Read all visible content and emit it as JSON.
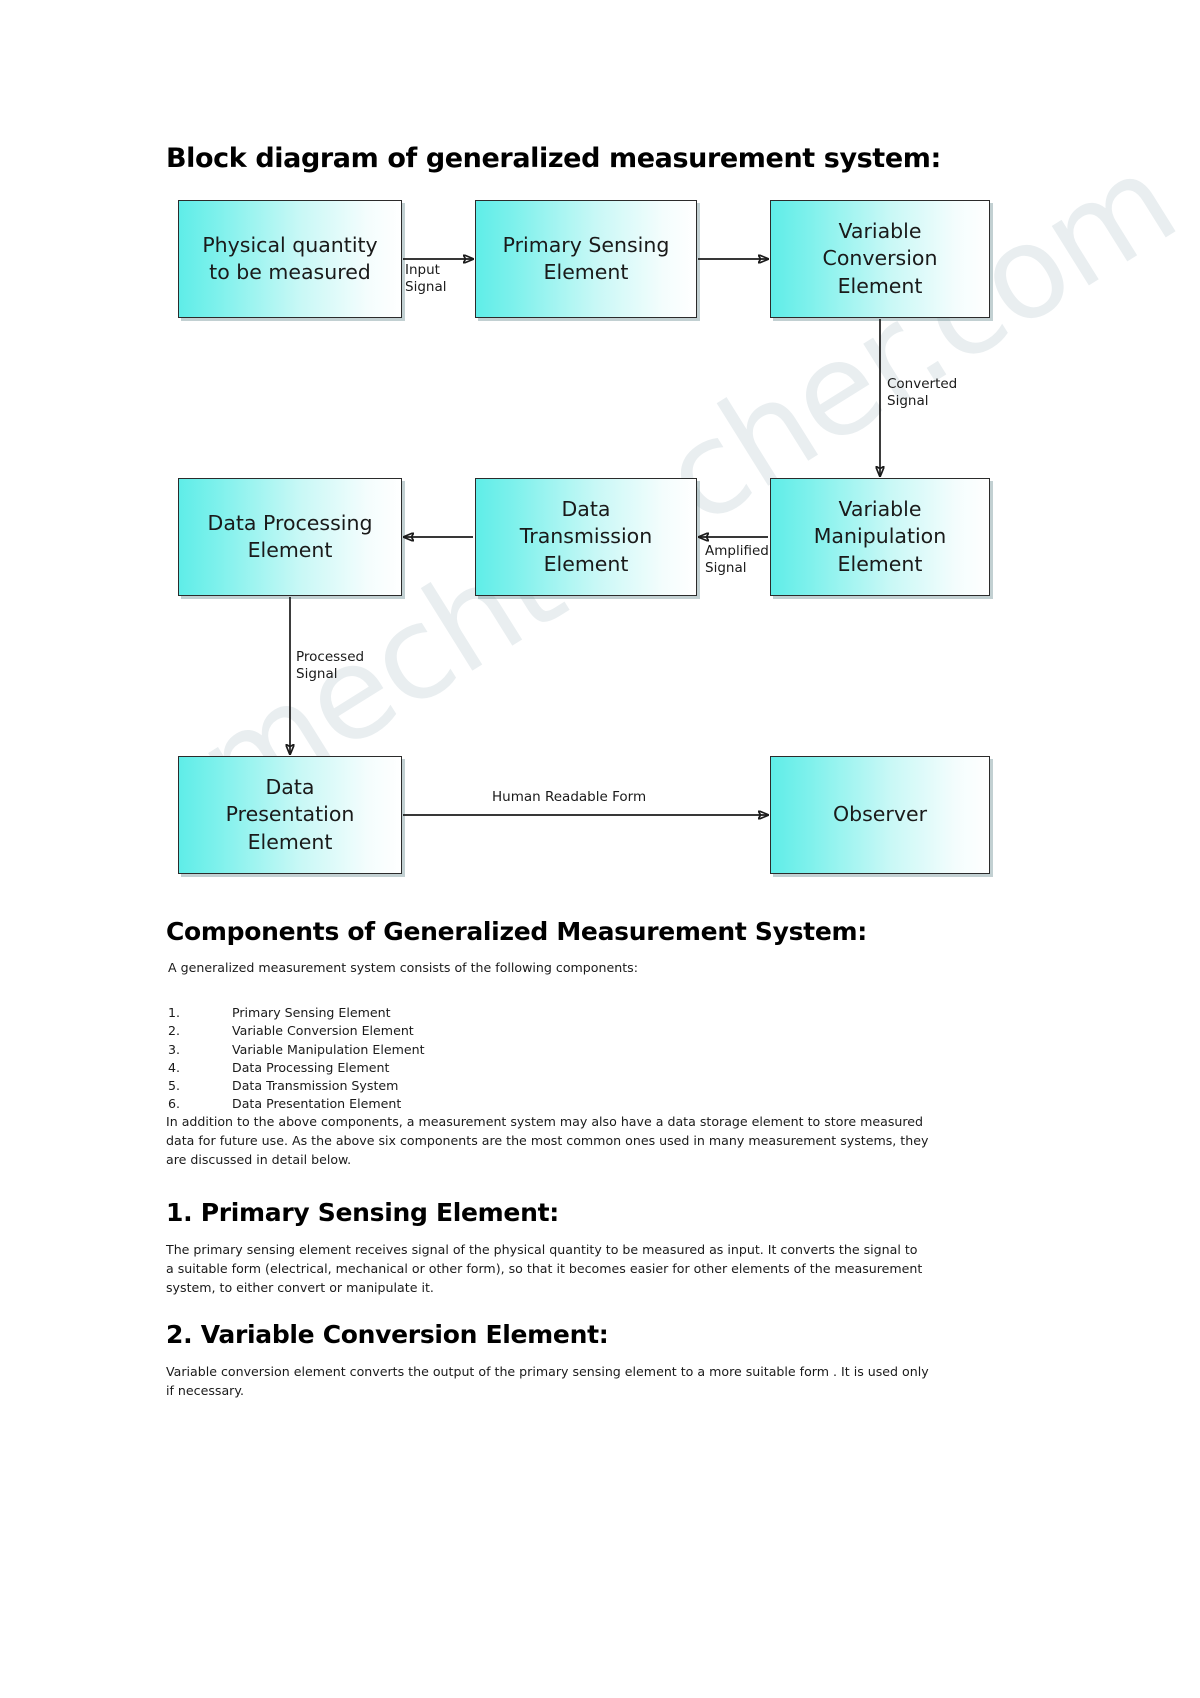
{
  "document": {
    "title": "Block diagram of generalized measurement system:",
    "components_heading": "Components of Generalized Measurement System:",
    "components_intro": "A generalized measurement system consists of the following components:",
    "components_list": [
      {
        "num": "1.",
        "label": "Primary Sensing Element"
      },
      {
        "num": "2.",
        "label": "Variable Conversion Element"
      },
      {
        "num": "3.",
        "label": "Variable Manipulation Element"
      },
      {
        "num": "4.",
        "label": "Data Processing Element"
      },
      {
        "num": "5.",
        "label": "Data Transmission System"
      },
      {
        "num": "6.",
        "label": "Data Presentation Element"
      }
    ],
    "components_note": "In addition to the above components, a measurement system may also have a data storage element to store measured data for future use. As the above six components are the most common ones used in many measurement systems, they are discussed in detail below.",
    "section1_heading": "1. Primary Sensing Element:",
    "section1_body": "The primary sensing element receives signal of the physical quantity to be measured as input. It converts the signal to a suitable form (electrical, mechanical or other form), so that it becomes easier for other elements of the measurement system, to either convert or manipulate it.",
    "section2_heading": "2. Variable Conversion Element:",
    "section2_body": "Variable conversion element converts the output of the primary sensing element to a more suitable form . It is used only if necessary."
  },
  "watermark": {
    "text": "mechteacher.com"
  },
  "diagram": {
    "nodes": {
      "physical": "Physical quantity\nto be measured",
      "primary": "Primary Sensing\nElement",
      "variable_conversion": "Variable\nConversion\nElement",
      "variable_manipulation": "Variable\nManipulation\nElement",
      "data_transmission": "Data\nTransmission\nElement",
      "data_processing": "Data Processing\nElement",
      "data_presentation": "Data\nPresentation\nElement",
      "observer": "Observer"
    },
    "edge_labels": {
      "input_signal": "Input\nSignal",
      "converted_signal": "Converted\nSignal",
      "amplified_signal": "Amplified\nSignal",
      "processed_signal": "Processed\nSignal",
      "human_readable_form": "Human Readable Form"
    },
    "colors": {
      "node_fill_start": "#5FEDE8",
      "node_fill_end": "#FFFFFF",
      "node_border": "#2B2B2B",
      "connector": "#1B1B1B",
      "watermark": "#E9EEF0"
    }
  }
}
